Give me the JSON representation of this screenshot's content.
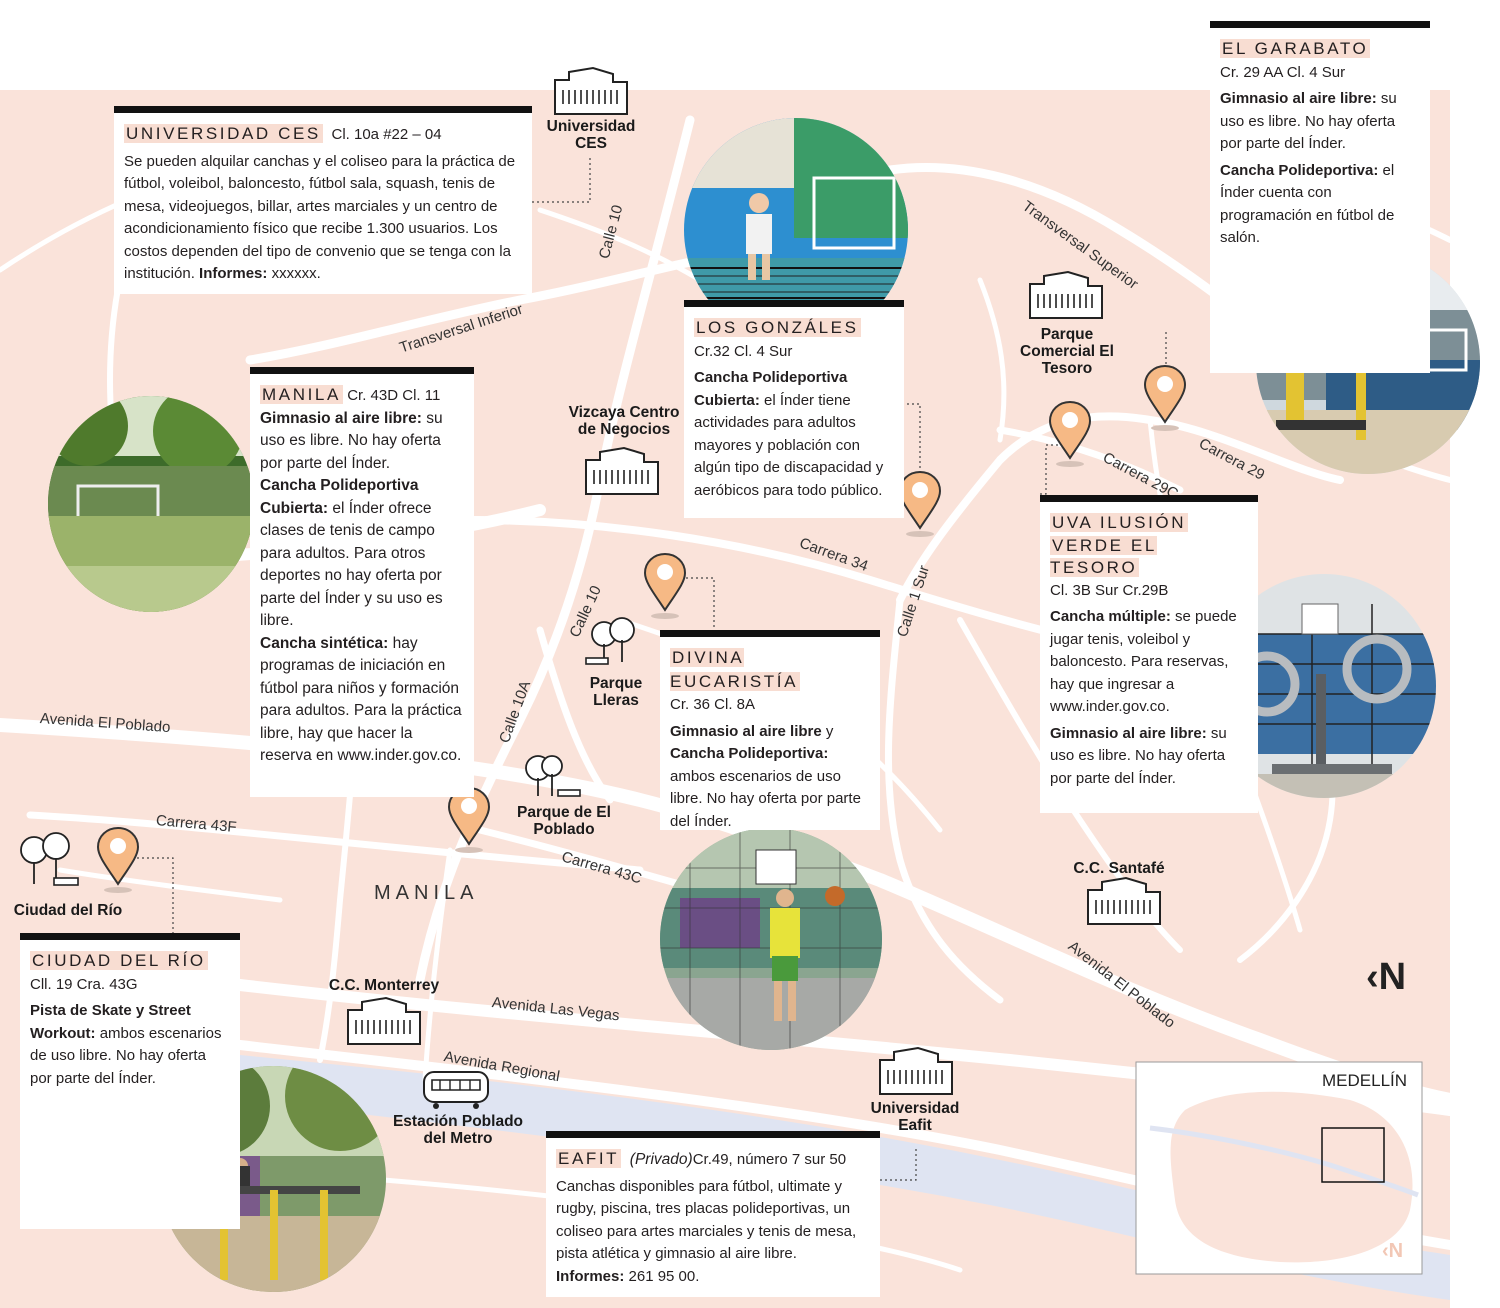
{
  "colors": {
    "map_bg": "#fae3da",
    "road": "#ffffff",
    "river": "#dfe4f2",
    "pin": "#f6b985",
    "pin_stroke": "#333333",
    "box_rule": "#111111",
    "title_highlight": "#f8ddd2"
  },
  "north_symbol": "‹N",
  "district": "MANILA",
  "inset": {
    "title": "MEDELLÍN",
    "logo": "‹N"
  },
  "roads": {
    "transversal_inferior": "Transversal Inferior",
    "transversal_superior": "Transversal Superior",
    "calle10_top": "Calle 10",
    "calle10_mid": "Calle 10",
    "calle10a": "Calle 10A",
    "carrera34": "Carrera 34",
    "calle1sur": "Calle 1 Sur",
    "carrera29c": "Carrera 29C",
    "carrera29": "Carrera 29",
    "avenida_poblado_w": "Avenida El Poblado",
    "avenida_poblado_e": "Avenida El Poblado",
    "carrera43f": "Carrera 43F",
    "carrera43c": "Carrera 43C",
    "avenida_las_vegas": "Avenida Las Vegas",
    "avenida_regional": "Avenida Regional"
  },
  "landmarks": {
    "universidad_ces": "Universidad CES",
    "parque_comercial": "Parque Comercial El Tesoro",
    "vizcaya": "Vizcaya Centro de Negocios",
    "parque_lleras": "Parque Lleras",
    "parque_poblado": "Parque de El Poblado",
    "ciudad_del_rio": "Ciudad del Río",
    "cc_monterrey": "C.C. Monterrey",
    "estacion_poblado": "Estación Poblado del Metro",
    "universidad_eafit": "Universidad Eafit",
    "cc_santafe": "C.C. Santafé"
  },
  "boxes": {
    "ces": {
      "title": "UNIVERSIDAD CES",
      "address": "Cl. 10a #22 – 04",
      "body": "Se pueden alquilar canchas y el coliseo para la práctica de fútbol, voleibol, baloncesto, fútbol sala, squash, tenis de mesa, videojuegos, billar, artes marciales y un centro de acondicionamiento físico que recibe 1.300 usuarios. Los costos dependen del tipo de convenio que se tenga con la institución.",
      "info_label": "Informes:",
      "info_value": "xxxxxx."
    },
    "garabato": {
      "title": "EL GARABATO",
      "address": "Cr. 29 AA Cl. 4 Sur",
      "s1_label": "Gimnasio al aire libre:",
      "s1_text": "su uso es libre. No hay oferta por parte del Índer.",
      "s2_label": "Cancha Polideportiva:",
      "s2_text": "el Índer cuenta con programación en fútbol de salón."
    },
    "gonzales": {
      "title": "LOS GONZÁLES",
      "address": "Cr.32 Cl. 4 Sur",
      "s1_label": "Cancha Polideportiva Cubierta:",
      "s1_text": "el Índer tiene actividades para adultos mayores y población con algún tipo de discapacidad y aeróbicos para todo público."
    },
    "manila": {
      "title": "MANILA",
      "address": "Cr. 43D Cl. 11",
      "s1_label": "Gimnasio al aire libre:",
      "s1_text": "su uso es libre. No hay oferta por parte del Índer.",
      "s2_label": "Cancha Polideportiva Cubierta:",
      "s2_text": "el Índer ofrece clases de tenis de campo para adultos. Para otros deportes no hay oferta por parte del Índer y su uso es libre.",
      "s3_label": "Cancha sintética:",
      "s3_text": "hay programas de iniciación en fútbol para niños y formación para adultos. Para la práctica libre, hay que hacer la reserva en www.inder.gov.co."
    },
    "uva": {
      "title_line1": "UVA ILUSIÓN",
      "title_line2": "VERDE EL TESORO",
      "address": "Cl. 3B Sur Cr.29B",
      "s1_label": "Cancha múltiple:",
      "s1_text": "se puede jugar tenis, voleibol y baloncesto. Para reservas, hay que ingresar a www.inder.gov.co.",
      "s2_label": "Gimnasio al aire libre:",
      "s2_text": "su uso es libre. No hay oferta por parte del Índer."
    },
    "divina": {
      "title": "DIVINA EUCARISTÍA",
      "address": "Cr. 36 Cl. 8A",
      "s1_label": "Gimnasio al aire libre",
      "s1_join": "y",
      "s1_label2": "Cancha Polideportiva:",
      "s1_text": "ambos escenarios de uso libre. No hay oferta por parte del Índer."
    },
    "rio": {
      "title": "CIUDAD DEL RÍO",
      "address": "Cll. 19 Cra. 43G",
      "s1_label": "Pista de Skate y Street Workout:",
      "s1_text": "ambos escenarios de uso libre. No hay oferta por parte del Índer."
    },
    "eafit": {
      "title": "EAFIT",
      "private": "(Privado)",
      "address": "Cr.49, número 7 sur 50",
      "body": "Canchas disponibles para fútbol, ultimate y rugby, piscina, tres placas polideportivas, un coliseo para artes marciales y tenis de mesa, pista atlética y gimnasio al aire libre.",
      "info_label": "Informes:",
      "info_value": "261 95 00."
    }
  },
  "photos": [
    "tennis-court-photo",
    "outdoor-gym-photo",
    "football-field-photo",
    "street-workout-gym-photo",
    "basketball-court-photo",
    "skate-park-photo"
  ],
  "icons": [
    "building-icon",
    "park-icon",
    "train-icon",
    "map-pin-icon"
  ]
}
